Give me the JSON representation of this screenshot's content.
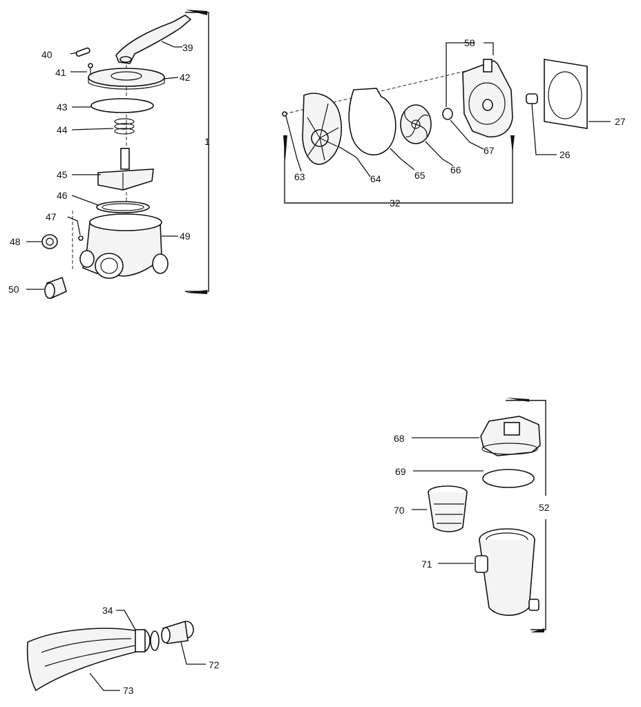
{
  "callouts": {
    "c39": "39",
    "c40": "40",
    "c41": "41",
    "c42": "42",
    "c43": "43",
    "c44": "44",
    "c45": "45",
    "c46": "46",
    "c47": "47",
    "c48": "48",
    "c49": "49",
    "c50": "50",
    "c1": "1",
    "c58": "58",
    "c27": "27",
    "c26": "26",
    "c63": "63",
    "c64": "64",
    "c65": "65",
    "c66": "66",
    "c67": "67",
    "c32": "32",
    "c68": "68",
    "c69": "69",
    "c70": "70",
    "c71": "71",
    "c52": "52",
    "c34": "34",
    "c72": "72",
    "c73": "73"
  },
  "colors": {
    "ink": "#111111",
    "paper": "#ffffff"
  }
}
